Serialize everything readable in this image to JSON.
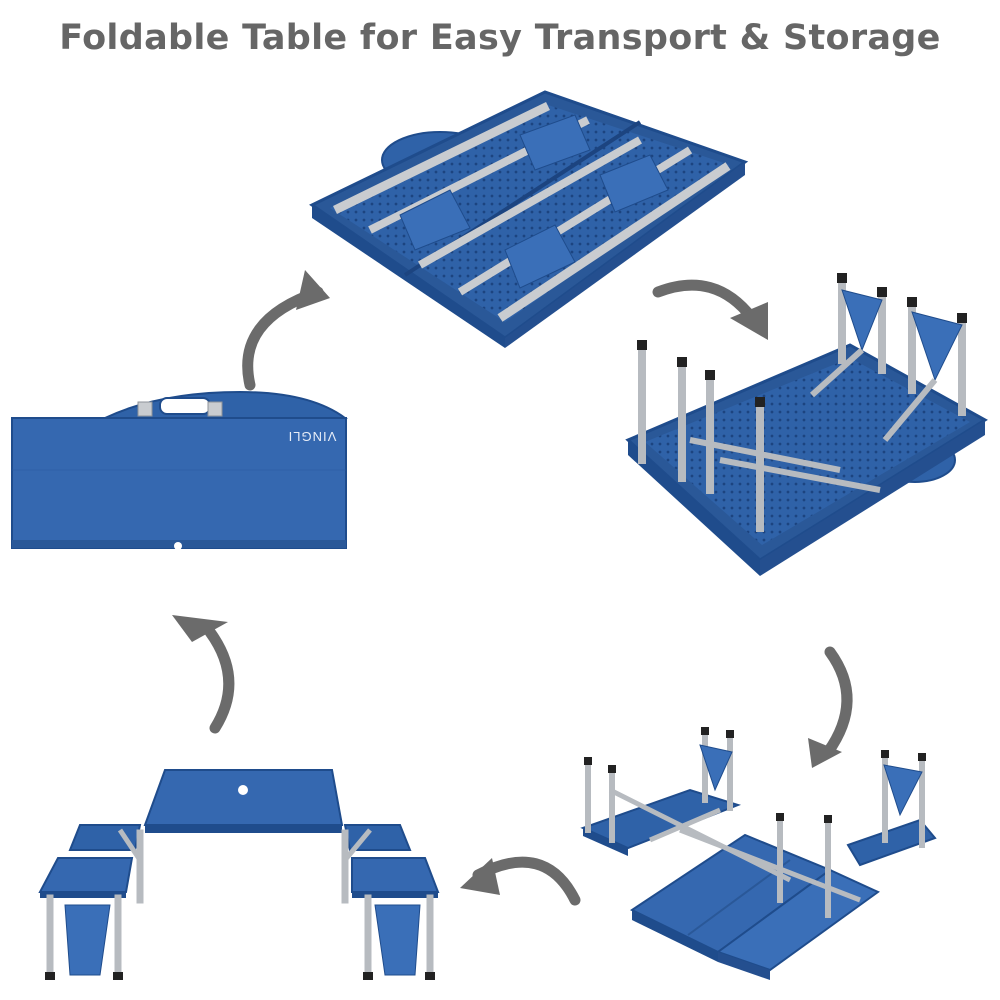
{
  "title": "Foldable Table for Easy Transport & Storage",
  "brand_text": "VINGLI",
  "colors": {
    "table_blue": "#2f62a8",
    "table_blue_dark": "#1f4c8c",
    "table_blue_light": "#4a7fc4",
    "aluminum": "#c9ccd0",
    "aluminum_dark": "#8d9298",
    "arrow_gray": "#6b6b6b",
    "title_gray": "#666666"
  },
  "steps": [
    {
      "name": "folded-case",
      "icon": "folded-table-case-icon"
    },
    {
      "name": "opened-flat",
      "icon": "opened-table-top-icon"
    },
    {
      "name": "legs-raised",
      "icon": "legs-raised-table-icon"
    },
    {
      "name": "seats-extended",
      "icon": "seats-extended-table-icon"
    },
    {
      "name": "assembled",
      "icon": "assembled-picnic-table-icon"
    }
  ]
}
